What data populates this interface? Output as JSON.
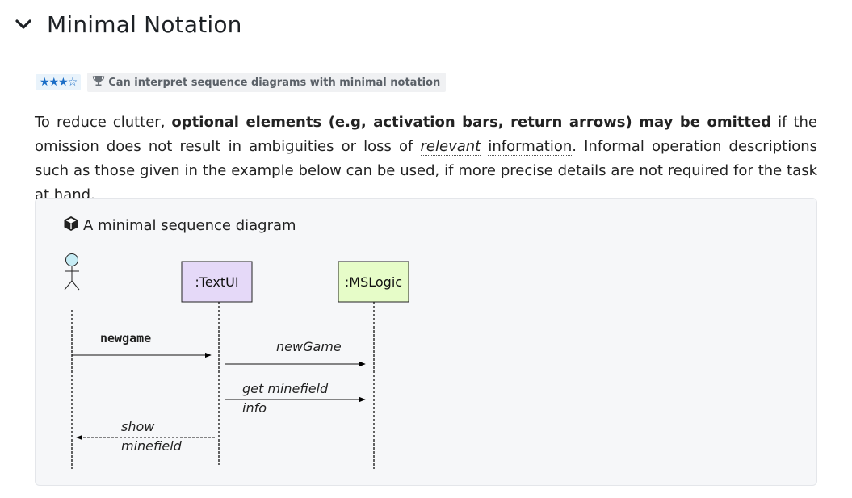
{
  "section": {
    "title": "Minimal Notation",
    "collapse_icon": "chevron-down-icon"
  },
  "outcome": {
    "stars": "★★★☆",
    "trophy_icon": "trophy-icon",
    "text": "Can interpret sequence diagrams with minimal notation"
  },
  "paragraph": {
    "p1": "To reduce clutter, ",
    "bold": "optional elements (e.g, activation bars, return arrows) may be omitted",
    "p2": " if the omission does not result in ambiguities or loss of ",
    "relevant": "relevant",
    "p3": " ",
    "information": "information",
    "p4": ". Informal operation descriptions such as those given in the example below can be used, if more precise details are not required for the task at hand."
  },
  "example": {
    "icon": "cube-icon",
    "title": "A minimal sequence diagram"
  },
  "diagram": {
    "lifelines": [
      {
        "label": ":TextUI",
        "fill": "#e5d9f8"
      },
      {
        "label": ":MSLogic",
        "fill": "#e6fcc8"
      }
    ],
    "actor_fill": "#c6ecf5",
    "messages": {
      "newgame": "newgame",
      "newGame": "newGame",
      "get_line1": "get minefield",
      "get_line2": "info",
      "show_line1": "show",
      "show_line2": "minefield"
    }
  }
}
